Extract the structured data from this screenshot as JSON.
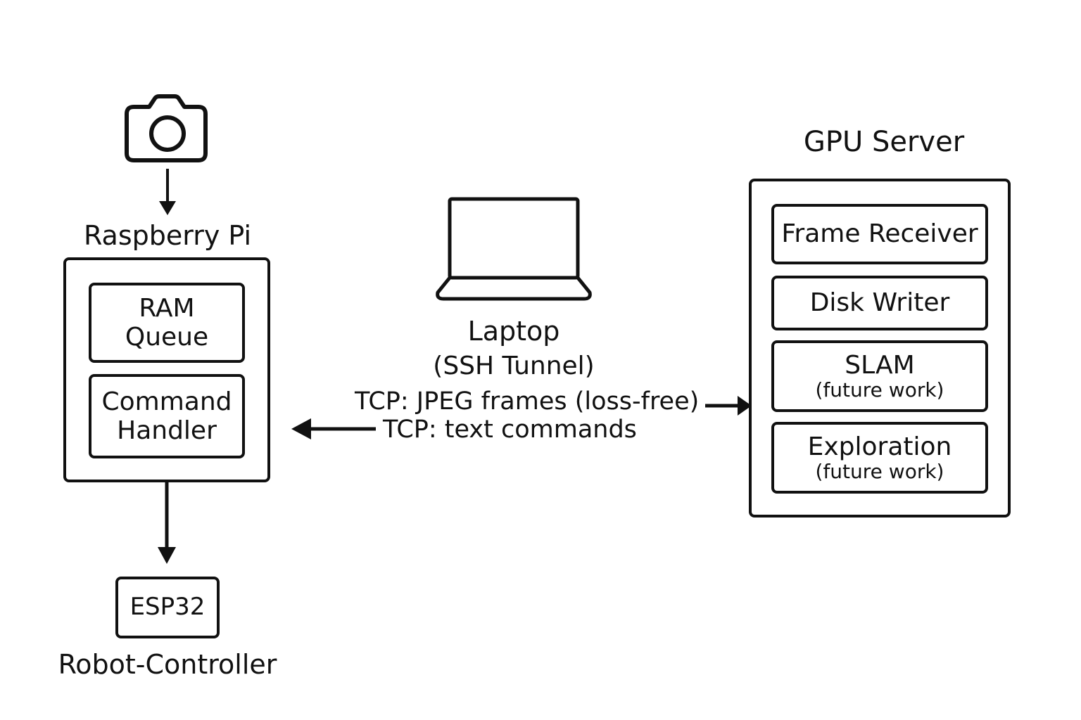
{
  "raspberry_pi": {
    "title": "Raspberry Pi",
    "ram_queue": {
      "line1": "RAM",
      "line2": "Queue"
    },
    "command_handler": {
      "line1": "Command",
      "line2": "Handler"
    }
  },
  "camera": {
    "icon": "camera-icon"
  },
  "laptop": {
    "icon": "laptop-icon",
    "title": "Laptop",
    "subtitle": "(SSH Tunnel)"
  },
  "connections": {
    "frames": "TCP: JPEG frames (loss-free)",
    "commands": "TCP: text commands"
  },
  "gpu_server": {
    "title": "GPU Server",
    "modules": [
      {
        "label": "Frame Receiver",
        "note": ""
      },
      {
        "label": "Disk Writer",
        "note": ""
      },
      {
        "label": "SLAM",
        "note": "(future work)"
      },
      {
        "label": "Exploration",
        "note": "(future work)"
      }
    ]
  },
  "esp32": {
    "label": "ESP32",
    "caption": "Robot-Controller"
  },
  "colors": {
    "stroke": "#111111",
    "background": "#ffffff"
  }
}
